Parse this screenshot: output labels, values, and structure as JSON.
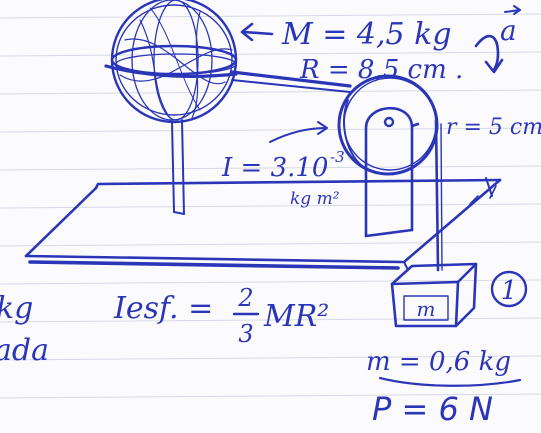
{
  "labels": {
    "mass_M": "M = 4,5 kg",
    "radius_R": "R = 8,5 cm .",
    "acceleration": "a",
    "pulley_radius": "r = 5 cm",
    "inertia": "I = 3.10",
    "inertia_exp": "-3",
    "inertia_unit": "kg m²",
    "sphere_inertia_lhs": "Iesf. =",
    "fraction_num": "2",
    "fraction_den": "3",
    "sphere_inertia_rhs": "MR²",
    "block_mass_label": "m",
    "block_mass": "m = 0,6 kg",
    "weight": "P = 6 N",
    "circled_number": "1",
    "left_fragment_1": "kg",
    "left_fragment_2": "ada"
  },
  "colors": {
    "ink": "#2a35b8",
    "rules": "#d7d9e6",
    "margin": "#c9cbe0",
    "paper": "#fbfbfd"
  }
}
